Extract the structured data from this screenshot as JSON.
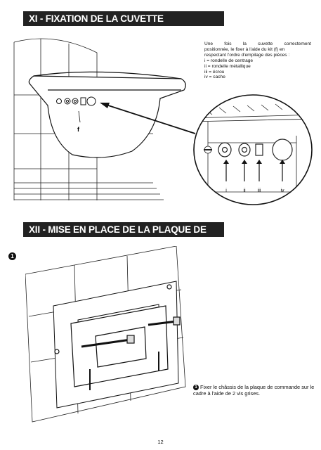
{
  "section1": {
    "title": "XI - FIXATION DE LA CUVETTE"
  },
  "section2": {
    "title": "XII - MISE EN PLACE DE LA PLAQUE DE COMMANDE"
  },
  "caption": {
    "intro_line1": "Une fois la cuvette correctement",
    "intro_line2": "positionnée, le fixer à l'aide du kit (f) en",
    "intro_line3": "respectant l'ordre d'empilage des pièces :",
    "item_i": "i = rondelle de centrage",
    "item_ii": "ii = rondelle métallique",
    "item_iii": "iii = écrou",
    "item_iv": "iv = cache"
  },
  "figure1": {
    "label_f": "f",
    "labels": [
      "i",
      "ii",
      "iii",
      "iv"
    ]
  },
  "step": {
    "marker": "1",
    "text": "Fixer le châssis de la plaque de commande sur le cadre à l'aide de 2 vis grises."
  },
  "page_number": "12"
}
